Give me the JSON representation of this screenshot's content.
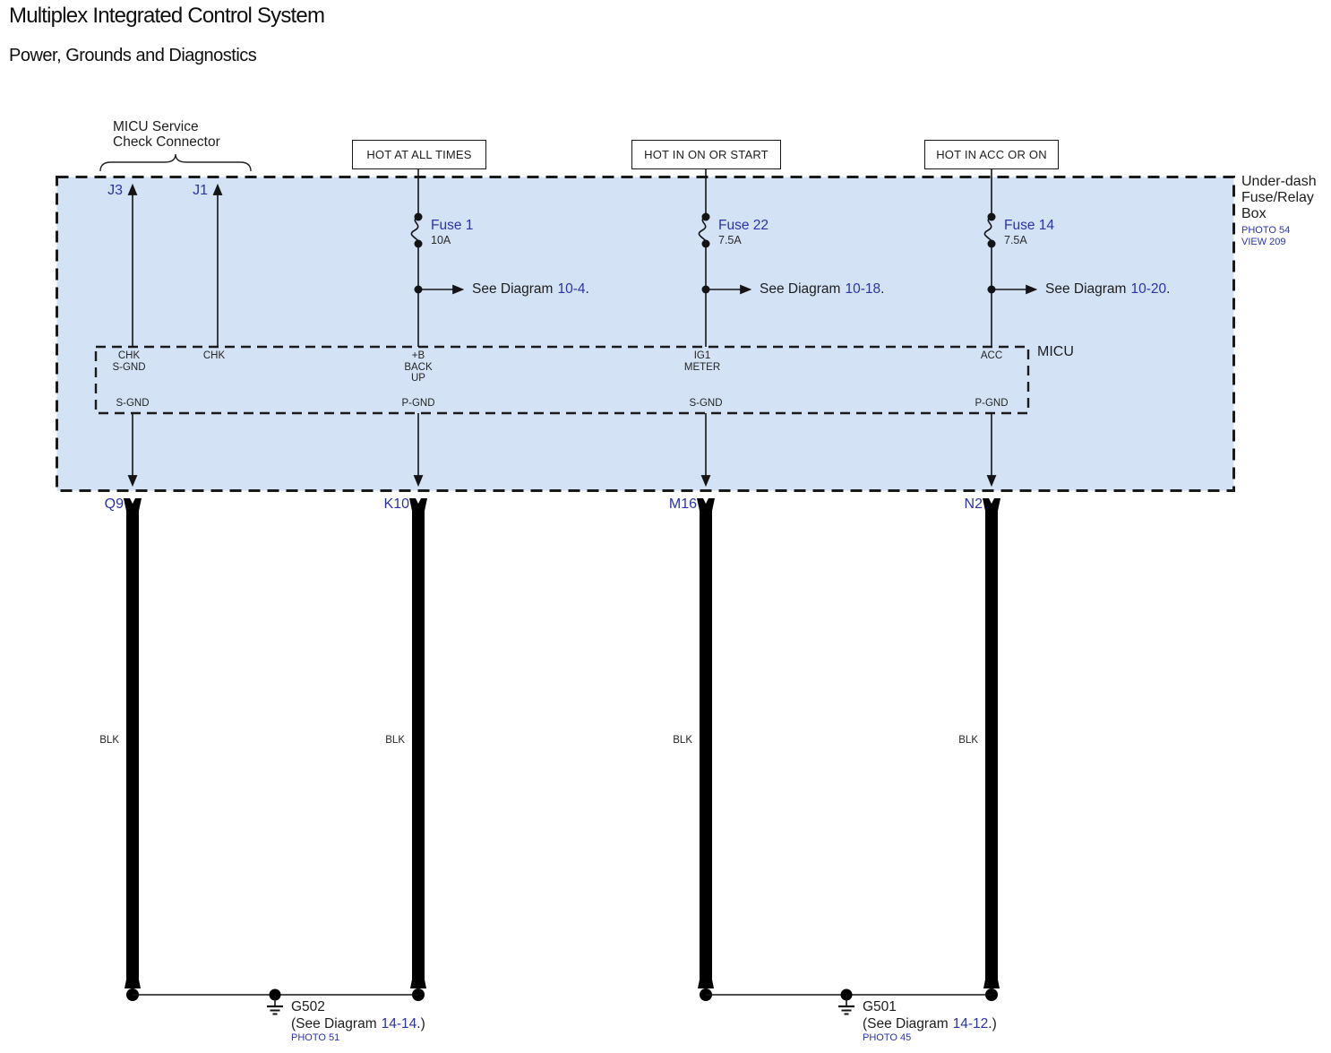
{
  "header": {
    "title": "Multiplex Integrated Control System",
    "subtitle": "Power, Grounds and Diagnostics"
  },
  "colors": {
    "fuse_box_fill": "#d3e2f4",
    "link_blue": "#2a33a8",
    "wire_black": "#000000"
  },
  "service_connector": {
    "label_line1": "MICU Service",
    "label_line2": "Check Connector",
    "terminals": [
      {
        "id": "J3",
        "pin_line1": "CHK",
        "pin_line2": "S-GND"
      },
      {
        "id": "J1",
        "pin_line1": "CHK",
        "pin_line2": ""
      }
    ]
  },
  "fuse_box": {
    "label_line1": "Under-dash",
    "label_line2": "Fuse/Relay",
    "label_line3": "Box",
    "photo_ref": "PHOTO 54",
    "view_ref": "VIEW 209"
  },
  "micu_label": "MICU",
  "power_columns": [
    {
      "source": "HOT AT ALL TIMES",
      "fuse_name": "Fuse 1",
      "fuse_rating": "10A",
      "see_prefix": "See Diagram",
      "see_ref": "10-4",
      "see_suffix": ".",
      "pin_line1": "+B",
      "pin_line2": "BACK",
      "pin_line3": "UP"
    },
    {
      "source": "HOT IN ON OR START",
      "fuse_name": "Fuse 22",
      "fuse_rating": "7.5A",
      "see_prefix": "See Diagram",
      "see_ref": "10-18",
      "see_suffix": ".",
      "pin_line1": "IG1",
      "pin_line2": "METER",
      "pin_line3": ""
    },
    {
      "source": "HOT IN ACC OR ON",
      "fuse_name": "Fuse 14",
      "fuse_rating": "7.5A",
      "see_prefix": "See Diagram",
      "see_ref": "10-20",
      "see_suffix": ".",
      "pin_line1": "ACC",
      "pin_line2": "",
      "pin_line3": ""
    }
  ],
  "ground_columns": [
    {
      "micu_pin": "S-GND",
      "connector": "Q9",
      "wire_color": "BLK"
    },
    {
      "micu_pin": "P-GND",
      "connector": "K10",
      "wire_color": "BLK"
    },
    {
      "micu_pin": "S-GND",
      "connector": "M16",
      "wire_color": "BLK"
    },
    {
      "micu_pin": "P-GND",
      "connector": "N2",
      "wire_color": "BLK"
    }
  ],
  "grounds": [
    {
      "id": "G502",
      "see_prefix": "(See Diagram",
      "see_ref": "14-14",
      "see_suffix": ".)",
      "photo_ref": "PHOTO 51"
    },
    {
      "id": "G501",
      "see_prefix": "(See Diagram",
      "see_ref": "14-12",
      "see_suffix": ".)",
      "photo_ref": "PHOTO 45"
    }
  ]
}
